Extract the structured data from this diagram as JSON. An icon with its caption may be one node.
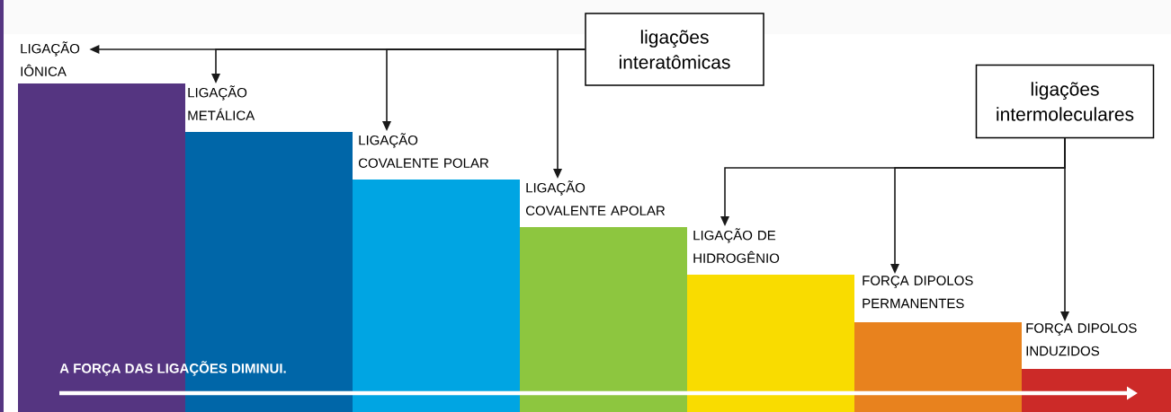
{
  "diagram": {
    "nodes": [
      {
        "text": [
          "ligações interatômicas"
        ]
      },
      {
        "text": [
          "ligações intermoleculares"
        ]
      },
      {
        "text": [
          "LIGAÇÃO IÔNICA"
        ]
      },
      {
        "text": [
          "LIGAÇÃO METÁLICA"
        ]
      },
      {
        "text": [
          "LIGAÇÃO COVALENTE POLAR"
        ]
      },
      {
        "text": [
          "LIGAÇÃO COVALENTE APOLAR"
        ]
      },
      {
        "text": [
          "LIGAÇÃO DE HIDROGÊNIO"
        ]
      },
      {
        "text": [
          "FORÇA DIPOLOS PERMANENTES"
        ]
      },
      {
        "text": [
          "FORÇA DIPOLOS INDUZIDOS"
        ]
      }
    ],
    "edges": [
      {
        "from": 0,
        "to": 2,
        "arrow": "to"
      },
      {
        "from": 0,
        "to": 3,
        "arrow": "to"
      },
      {
        "from": 0,
        "to": 4,
        "arrow": "to"
      },
      {
        "from": 0,
        "to": 5,
        "arrow": "to"
      },
      {
        "from": 1,
        "to": 6,
        "arrow": "to"
      },
      {
        "from": 1,
        "to": 7,
        "arrow": "to"
      },
      {
        "from": 1,
        "to": 8,
        "arrow": "to"
      }
    ],
    "labels": [
      "A FORÇA DAS LIGAÇÕES DIMINUI."
    ]
  }
}
